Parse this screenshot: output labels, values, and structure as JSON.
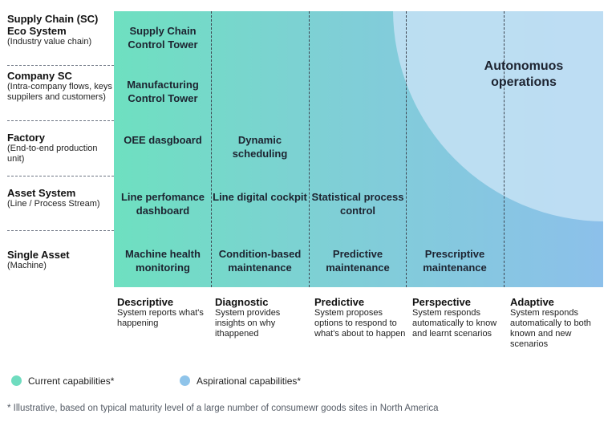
{
  "rows": [
    {
      "title": "Supply Chain (SC) Eco System",
      "sub": "(Industry value chain)"
    },
    {
      "title": "Company SC",
      "sub": "(Intra-company flows, keys suppilers and customers)"
    },
    {
      "title": "Factory",
      "sub": "(End-to-end production unit)"
    },
    {
      "title": "Asset System",
      "sub": "(Line / Process Stream)"
    },
    {
      "title": "Single Asset",
      "sub": "(Machine)"
    }
  ],
  "cells": {
    "sc_control_tower": "Supply Chain Control Tower",
    "mfg_control_tower": "Manufacturing Control Tower",
    "oee_dashboard": "OEE dasgboard",
    "dynamic_scheduling": "Dynamic scheduling",
    "line_performance": "Line perfomance dashboard",
    "line_digital_cockpit": "Line digital cockpit",
    "statistical_process_control": "Statistical process control",
    "machine_health": "Machine health monitoring",
    "condition_based": "Condition-based maintenance",
    "predictive_maintenance": "Predictive maintenance",
    "prescriptive_maintenance": "Prescriptive maintenance"
  },
  "autonomous": "Autonomuos operations",
  "columns": [
    {
      "title": "Descriptive",
      "sub": "System reports what's happening"
    },
    {
      "title": "Diagnostic",
      "sub": "System provides insights on why ithappened"
    },
    {
      "title": "Predictive",
      "sub": "System proposes options to respond to what's about to happen"
    },
    {
      "title": "Perspective",
      "sub": "System responds automatically to know and learnt scenarios"
    },
    {
      "title": "Adaptive",
      "sub": "System responds automatically to both known and new scenarios"
    }
  ],
  "legend": {
    "current": {
      "label": "Current capabilities*",
      "color": "#6fdcbf"
    },
    "aspirational": {
      "label": "Aspirational capabilities*",
      "color": "#8fc4ea"
    }
  },
  "footnote": "* Illustrative, based on typical maturity level of a large number of consumewr goods sites in North America",
  "colors": {
    "gradient_start": "#6ee0c0",
    "gradient_end": "#8cc0ea",
    "circle": "#c6e2f5"
  }
}
